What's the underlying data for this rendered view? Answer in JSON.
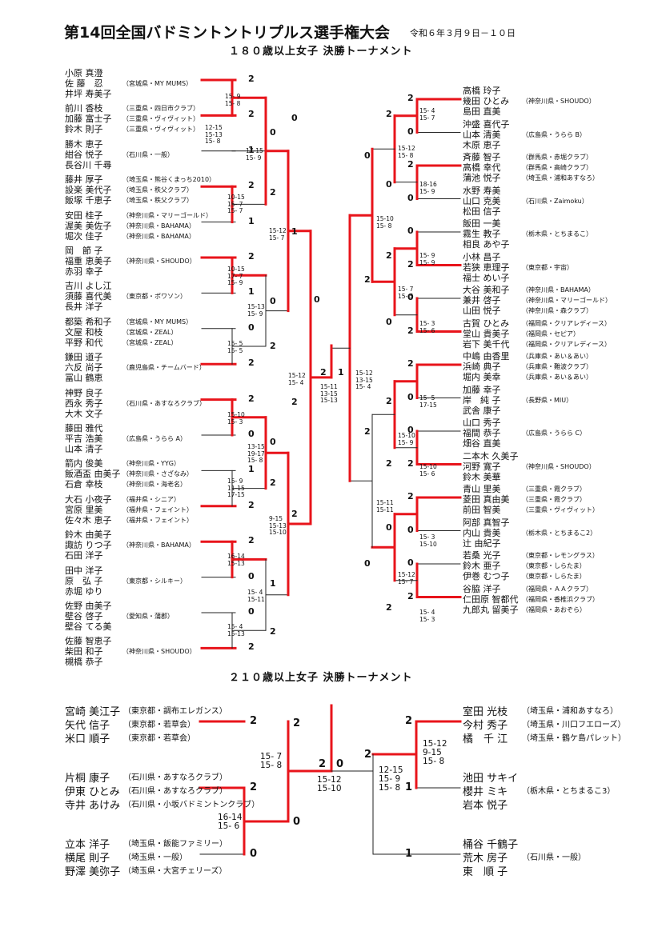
{
  "title": "第14回全国バドミントントリプルス選手権大会",
  "date": "令和６年３月９日－１０日",
  "sections": [
    {
      "title": "１８０歳以上女子 決勝トーナメント"
    },
    {
      "title": "２１０歳以上女子 決勝トーナメント"
    }
  ],
  "t180": {
    "left": [
      {
        "p": [
          "小原 真澄",
          "佐 藤　忍",
          "井坪 寿美子"
        ],
        "a": [
          "",
          "（宮城県・MY MUMS）",
          ""
        ],
        "r": "2"
      },
      {
        "p": [
          "前川 香枝",
          "加藤 富士子",
          "鈴木 則子"
        ],
        "a": [
          "（三重県・四日市クラブ）",
          "（三重県・ヴィヴィット）",
          "（三重県・ヴィヴィット）"
        ],
        "r": "2"
      },
      {
        "p": [
          "勝木 恵子",
          "紺谷 悦子",
          "長谷川 千尋"
        ],
        "a": [
          "",
          "（石川県・一般）",
          ""
        ],
        "r": "1"
      },
      {
        "p": [
          "藤井 厚子",
          "設楽 美代子",
          "飯塚 千恵子"
        ],
        "a": [
          "（埼玉県・熊谷くまっち2010）",
          "（埼玉県・秩父クラブ）",
          "（埼玉県・秩父クラブ）"
        ],
        "r": "2"
      },
      {
        "p": [
          "安田 桂子",
          "渥美 美佐子",
          "堀次 佳子"
        ],
        "a": [
          "（神奈川県・マリーゴールド）",
          "（神奈川県・BAHAMA）",
          "（神奈川県・BAHAMA）"
        ],
        "r": "1"
      },
      {
        "p": [
          "岡　節 子",
          "福重 恵美子",
          "赤羽 幸子"
        ],
        "a": [
          "",
          "（神奈川県・SHOUDO）",
          ""
        ],
        "r": "2"
      },
      {
        "p": [
          "吉川 よし江",
          "須藤 喜代美",
          "長井 洋子"
        ],
        "a": [
          "",
          "（東京都・ポワソン）",
          ""
        ],
        "r": "1"
      },
      {
        "p": [
          "都築 希和子",
          "文屋 和枝",
          "平野 和代"
        ],
        "a": [
          "（宮城県・MY MUMS）",
          "（宮城県・ZEAL）",
          "（宮城県・ZEAL）"
        ],
        "r": "0"
      },
      {
        "p": [
          "鎌田 道子",
          "六反 尚子",
          "冨山 鶴恵"
        ],
        "a": [
          "",
          "（鹿児島県・チームバード）",
          ""
        ],
        "r": "2"
      },
      {
        "p": [
          "神野 良子",
          "西永 秀子",
          "大木 文子"
        ],
        "a": [
          "",
          "（石川県・あすなろクラブ）",
          ""
        ],
        "r": "2"
      },
      {
        "p": [
          "藤田 雅代",
          "平吉 浩美",
          "山本 清子"
        ],
        "a": [
          "",
          "（広島県・うらら A）",
          ""
        ],
        "r": "0"
      },
      {
        "p": [
          "箭内 俊美",
          "飯酒盃 由美子",
          "石倉 幸枝"
        ],
        "a": [
          "（神奈川県・YYG）",
          "（神奈川県・さざなみ）",
          "（神奈川県・海老名）"
        ],
        "r": "1"
      },
      {
        "p": [
          "大石 小夜子",
          "宮原 里美",
          "佐々木 恵子"
        ],
        "a": [
          "（福井県・シニア）",
          "（福井県・フェイント）",
          "（福井県・フェイント）"
        ],
        "r": "2"
      },
      {
        "p": [
          "鈴木 由美子",
          "諏訪 りつ子",
          "石田 洋子"
        ],
        "a": [
          "",
          "（神奈川県・BAHAMA）",
          ""
        ],
        "r": "2"
      },
      {
        "p": [
          "田中 洋子",
          "原　弘 子",
          "赤堀 ゆり"
        ],
        "a": [
          "",
          "（東京都・シルキー）",
          ""
        ],
        "r": "0"
      },
      {
        "p": [
          "佐野 由美子",
          "壁谷 啓子",
          "壁谷 てる美"
        ],
        "a": [
          "",
          "（愛知県・蒲郡）",
          ""
        ],
        "r": "0"
      },
      {
        "p": [
          "佐藤 智恵子",
          "柴田 和子",
          "槻橋 恭子"
        ],
        "a": [
          "",
          "（神奈川県・SHOUDO）",
          ""
        ],
        "r": "2"
      }
    ],
    "right": [
      {
        "p": [
          "高橋 玲子",
          "幾田 ひとみ",
          "島田 直美"
        ],
        "a": [
          "",
          "（神奈川県・SHOUDO）",
          ""
        ],
        "r": "2"
      },
      {
        "p": [
          "沖盛 喜代子",
          "山本 清美",
          "木原 恵子"
        ],
        "a": [
          "",
          "（広島県・うらら B）",
          ""
        ],
        "r": "0"
      },
      {
        "p": [
          "斉藤 智子",
          "高橋 幸代",
          "蒲池 悦子"
        ],
        "a": [
          "（群馬県・赤堀クラブ）",
          "（群馬県・高崎クラブ）",
          "（埼玉県・浦和あすなろ）"
        ],
        "r": "2"
      },
      {
        "p": [
          "水野 寿美",
          "山口 克美",
          "松田 信子"
        ],
        "a": [
          "",
          "（石川県・Zaimoku）",
          ""
        ],
        "r": "0"
      },
      {
        "p": [
          "飯田 一美",
          "霧生 教子",
          "相良 あや子"
        ],
        "a": [
          "",
          "（栃木県・とちまるこ）",
          ""
        ],
        "r": "0"
      },
      {
        "p": [
          "小林 昌子",
          "若狭 恵理子",
          "福士 めい子"
        ],
        "a": [
          "",
          "（東京都・宇宙）",
          ""
        ],
        "r": "2"
      },
      {
        "p": [
          "大谷 美和子",
          "兼井 啓子",
          "山田 悦子"
        ],
        "a": [
          "（神奈川県・BAHAMA）",
          "（神奈川県・マリーゴールド）",
          "（神奈川県・森クラブ）"
        ],
        "r": "0"
      },
      {
        "p": [
          "古賀 ひとみ",
          "堂山 貴美子",
          "岩下 美千代"
        ],
        "a": [
          "（福岡県・クリアレディース）",
          "（福岡県・セピア）",
          "（福岡県・クリアレディース）"
        ],
        "r": "2"
      },
      {
        "p": [
          "中嶋 由香里",
          "浜崎 典子",
          "堀内 美幸"
        ],
        "a": [
          "（兵庫県・あい＆あい）",
          "（兵庫県・難波クラブ）",
          "（兵庫県・あい＆あい）"
        ],
        "r": "2"
      },
      {
        "p": [
          "加藤 幸子",
          "岸　純 子",
          "武舎 康子"
        ],
        "a": [
          "",
          "（長野県・MIU）",
          ""
        ],
        "r": "0"
      },
      {
        "p": [
          "山口 秀子",
          "福間 恭子",
          "畑谷 直美"
        ],
        "a": [
          "",
          "（広島県・うらら C）",
          ""
        ],
        "r": "0"
      },
      {
        "p": [
          "二本木 久美子",
          "河野 寛子",
          "鈴木 美華"
        ],
        "a": [
          "",
          "（神奈川県・SHOUDO）",
          ""
        ],
        "r": "2"
      },
      {
        "p": [
          "青山 里美",
          "菱田 真由美",
          "前田 智美"
        ],
        "a": [
          "（三重県・霞クラブ）",
          "（三重県・霞クラブ）",
          "（三重県・ヴィヴィット）"
        ],
        "r": "2"
      },
      {
        "p": [
          "阿部 真智子",
          "内山 貴美",
          "辻 由紀子"
        ],
        "a": [
          "",
          "（栃木県・とちまるこ2）",
          ""
        ],
        "r": "0"
      },
      {
        "p": [
          "若桑 光子",
          "鈴木 亜子",
          "伊巻 むつ子"
        ],
        "a": [
          "（東京都・レモングラス）",
          "（東京都・しらたま）",
          "（東京都・しらたま）"
        ],
        "r": "0"
      },
      {
        "p": [
          "谷脇 洋子",
          "仁田原 智都代",
          "九郎丸 留美子"
        ],
        "a": [
          "（福岡県・ＡＡクラブ）",
          "（福岡県・香椎浜クラブ）",
          "（福岡県・あおぞら）"
        ],
        "r": "2"
      }
    ],
    "inner_results": {
      "left": [
        "0",
        "2",
        "0",
        "2",
        "0",
        "2",
        "1",
        "2",
        "0",
        "1",
        "2",
        "2",
        "0"
      ],
      "right": [
        "2",
        "0",
        "2",
        "0",
        "2",
        "2",
        "0",
        "2",
        "0",
        "2",
        "2",
        "0"
      ]
    },
    "scores": [
      "15- 9\n15- 8",
      "12-15\n15-13\n15- 8",
      "17-15\n15- 9",
      "10-15\n15- 7\n15- 7",
      "15-12\n15- 7",
      "10-15\n17- 7\n15- 9",
      "15-13\n15- 9",
      "15- 5\n15- 5",
      "15-12\n15- 4",
      "15-10\n15- 3",
      "13-15\n19-17\n15- 8",
      "15- 9\n11-15\n17-15",
      "9-15\n15-13\n15-10",
      "16-14\n15-13",
      "15- 4\n15-11",
      "15- 4\n15-13",
      "15-11\n13-15\n15-13",
      "15- 4\n15- 7",
      "15-12\n15- 8",
      "18-16\n15- 9",
      "15-10\n15- 8",
      "15- 9\n15- 9",
      "15- 7\n15- 5",
      "15- 3\n15- 6",
      "15-12\n13-15\n15- 4",
      "15- 5\n17-15",
      "15-10\n15- 9",
      "15-10\n15- 6",
      "15-11\n15-11",
      "15- 3\n15-10",
      "15-12\n15- 7",
      "15- 4\n15- 3"
    ],
    "final": {
      "left": "2",
      "right": "1"
    }
  },
  "t210": {
    "teams": [
      {
        "p": [
          "宮崎 美江子",
          "矢代 信子",
          "米口 順子"
        ],
        "a": [
          "（東京都・調布エレガンス）",
          "（東京都・若草会）",
          "（東京都・若草会）"
        ],
        "r": "2"
      },
      {
        "p": [
          "片桐 康子",
          "伊東 ひとみ",
          "寺井 あけみ"
        ],
        "a": [
          "（石川県・あすなろクラブ）",
          "（石川県・あすなろクラブ）",
          "（石川県・小坂バドミントンクラブ）"
        ],
        "r": "2"
      },
      {
        "p": [
          "立本 洋子",
          "横尾 則子",
          "野澤 美弥子"
        ],
        "a": [
          "（埼玉県・飯能ファミリー）",
          "（埼玉県・一般）",
          "（埼玉県・大宮チェリーズ）"
        ],
        "r": "0"
      },
      {
        "p": [
          "室田 光枝",
          "今村 秀子",
          "橘　千 江"
        ],
        "a": [
          "（埼玉県・浦和あすなろ）",
          "（埼玉県・川口フエローズ）",
          "（埼玉県・鶴ケ島パレット）"
        ],
        "r": "2"
      },
      {
        "p": [
          "池田 サキイ",
          "櫻井 ミキ",
          "岩本 悦子"
        ],
        "a": [
          "",
          "（栃木県・とちまるこ3）",
          ""
        ],
        "r": "1"
      },
      {
        "p": [
          "桶谷 千鶴子",
          "荒木 房子",
          "東　順 子"
        ],
        "a": [
          "",
          "（石川県・一般）",
          ""
        ],
        "r": "1"
      }
    ],
    "inner_results": [
      "2",
      "0",
      "2",
      "2"
    ],
    "scores": [
      "15- 7\n15- 8",
      "16-14\n15- 6",
      "15-12\n15-10",
      "12-15\n15- 9\n15- 8",
      "15-12\n9-15\n15- 8"
    ],
    "final": {
      "left": "2",
      "right": "0"
    }
  }
}
